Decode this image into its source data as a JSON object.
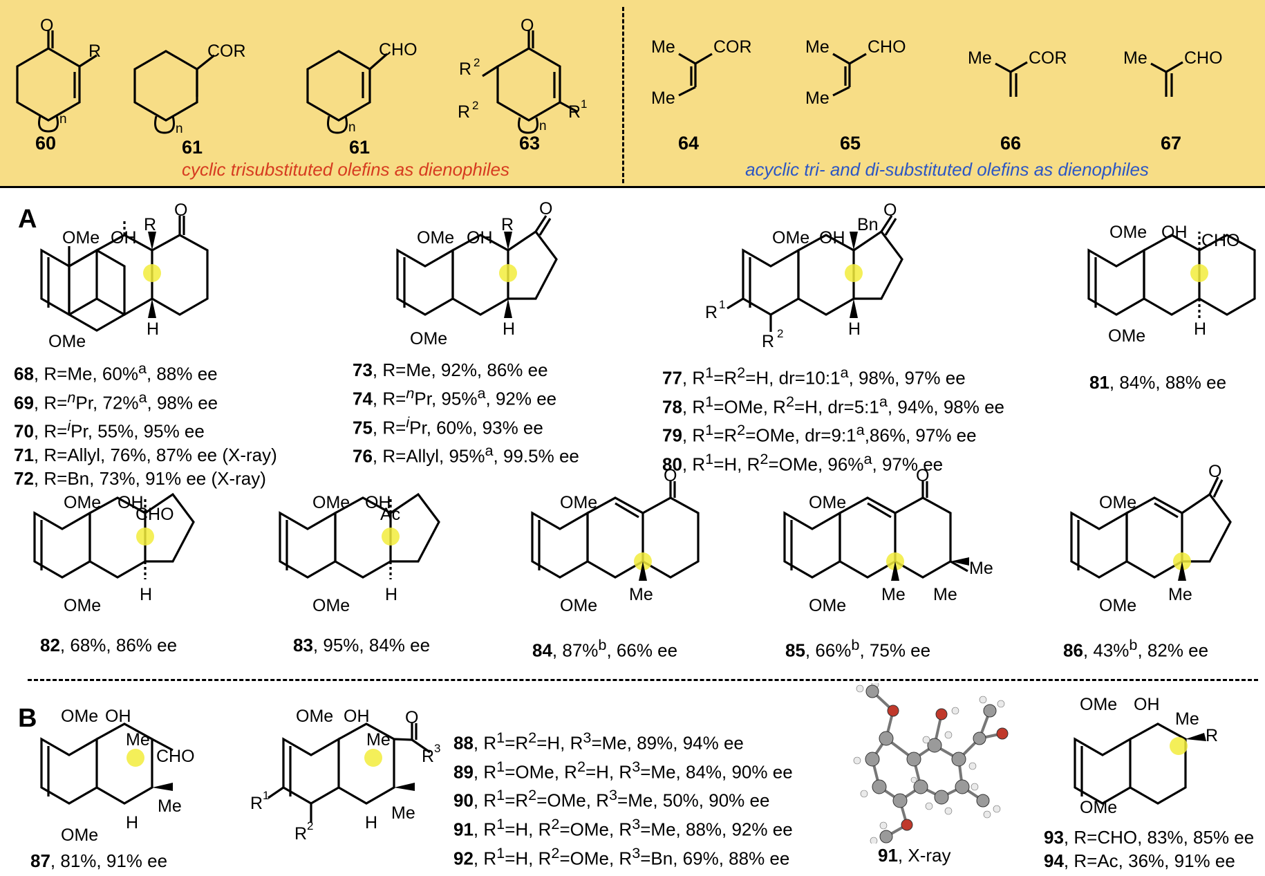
{
  "top_panel": {
    "cyclic_caption": "cyclic trisubstituted olefins as dienophiles",
    "acyclic_caption": "acyclic tri- and di-substituted olefins as dienophiles",
    "compounds": [
      {
        "num": "60",
        "subst": [
          "O",
          "R",
          "n"
        ]
      },
      {
        "num": "61",
        "subst": [
          "COR",
          "n"
        ]
      },
      {
        "num": "61",
        "subst": [
          "CHO",
          "n"
        ]
      },
      {
        "num": "63",
        "subst": [
          "O",
          "R",
          "2",
          "R",
          "2",
          "n",
          "R",
          "1"
        ]
      },
      {
        "num": "64",
        "subst": [
          "Me",
          "COR",
          "Me"
        ]
      },
      {
        "num": "65",
        "subst": [
          "Me",
          "CHO",
          "Me"
        ]
      },
      {
        "num": "66",
        "subst": [
          "Me",
          "COR"
        ]
      },
      {
        "num": "67",
        "subst": [
          "Me",
          "CHO"
        ]
      }
    ],
    "colors": {
      "background": "#f7dd86",
      "cyclic_caption": "#d63b20",
      "acyclic_caption": "#2c56c4",
      "highlight": "#f2ec3c"
    }
  },
  "section_a": {
    "label": "A",
    "structure_labels": {
      "s68": [
        "OMe",
        "OH",
        "R",
        "O",
        "OMe",
        "H"
      ],
      "s73": [
        "OMe",
        "OH",
        "R",
        "O",
        "OMe",
        "H"
      ],
      "s77": [
        "OMe",
        "OH",
        "Bn",
        "O",
        "R",
        "1",
        "R",
        "2",
        "H"
      ],
      "s81": [
        "OMe",
        "OH",
        "CHO",
        "OMe",
        "H"
      ],
      "s82": [
        "OMe",
        "OH",
        "CHO",
        "OMe",
        "H"
      ],
      "s83": [
        "OMe",
        "OH",
        "Ac",
        "OMe",
        "H"
      ],
      "s84": [
        "OMe",
        "O",
        "OMe",
        "Me"
      ],
      "s85": [
        "OMe",
        "O",
        "OMe",
        "Me",
        "Me",
        "Me"
      ],
      "s86": [
        "OMe",
        "O",
        "OMe",
        "Me"
      ]
    },
    "group1": [
      {
        "num": "68",
        "text": ", R=Me, 60%",
        "sup": "a",
        "rest": ", 88% ee"
      },
      {
        "num": "69",
        "pre": ", R=",
        "italsup": "n",
        "text": "Pr, 72%",
        "sup": "a",
        "rest": ", 98% ee"
      },
      {
        "num": "70",
        "pre": ", R=",
        "italsup": "i",
        "text": "Pr, 55%, 95% ee"
      },
      {
        "num": "71",
        "text": ", R=Allyl, 76%, 87% ee (X-ray)"
      },
      {
        "num": "72",
        "text": ", R=Bn, 73%, 91% ee (X-ray)"
      }
    ],
    "group2": [
      {
        "num": "73",
        "text": ", R=Me, 92%, 86% ee"
      },
      {
        "num": "74",
        "pre": ", R=",
        "italsup": "n",
        "text": "Pr, 95%",
        "sup": "a",
        "rest": ", 92% ee"
      },
      {
        "num": "75",
        "pre": ", R=",
        "italsup": "i",
        "text": "Pr, 60%, 93% ee"
      },
      {
        "num": "76",
        "text": ", R=Allyl, 95%",
        "sup": "a",
        "rest": ", 99.5% ee"
      }
    ],
    "group3": [
      {
        "num": "77",
        "r": [
          ", R",
          "1",
          "=R",
          "2",
          "=H, dr=10:1"
        ],
        "sup": "a",
        "rest": ", 98%, 97% ee"
      },
      {
        "num": "78",
        "r": [
          ", R",
          "1",
          "=OMe, R",
          "2",
          "=H, dr=5:1"
        ],
        "sup": "a",
        "rest": ", 94%, 98% ee"
      },
      {
        "num": "79",
        "r": [
          ", R",
          "1",
          "=R",
          "2",
          "=OMe, dr=9:1"
        ],
        "sup": "a",
        "rest": ",86%, 97% ee"
      },
      {
        "num": "80",
        "r": [
          ", R",
          "1",
          "=H, R",
          "2",
          "=OMe, 96%"
        ],
        "sup": "a",
        "rest": ", 97% ee"
      }
    ],
    "c81": {
      "num": "81",
      "text": ", 84%, 88% ee"
    },
    "c82": {
      "num": "82",
      "text": ", 68%, 86% ee"
    },
    "c83": {
      "num": "83",
      "text": ", 95%, 84% ee"
    },
    "c84": {
      "num": "84",
      "text": ", 87%",
      "sup": "b",
      "rest": ", 66% ee"
    },
    "c85": {
      "num": "85",
      "text": ", 66%",
      "sup": "b",
      "rest": ", 75% ee"
    },
    "c86": {
      "num": "86",
      "text": ", 43%",
      "sup": "b",
      "rest": ", 82% ee"
    }
  },
  "section_b": {
    "label": "B",
    "structure_labels": {
      "s87": [
        "OMe",
        "OH",
        "Me",
        "CHO",
        "OMe",
        "H",
        "Me"
      ],
      "s88": [
        "OMe",
        "OH",
        "Me",
        "O",
        "R",
        "3",
        "R",
        "1",
        "R",
        "2",
        "H",
        "Me"
      ],
      "s93": [
        "OMe",
        "OH",
        "Me",
        "R",
        "OMe"
      ]
    },
    "c87": {
      "num": "87",
      "text": ", 81%, 91% ee"
    },
    "group": [
      {
        "num": "88",
        "r": [
          ", R",
          "1",
          "=R",
          "2",
          "=H, R",
          "3",
          "=Me,  89%, 94% ee"
        ]
      },
      {
        "num": "89",
        "r": [
          ", R",
          "1",
          "=OMe, R",
          "2",
          "=H, R",
          "3",
          "=Me, 84%, 90% ee"
        ]
      },
      {
        "num": "90",
        "r": [
          ", R",
          "1",
          "=R",
          "2",
          "=OMe, R",
          "3",
          "=Me, 50%, 90% ee"
        ]
      },
      {
        "num": "91",
        "r": [
          ", R",
          "1",
          "=H, R",
          "2",
          "=OMe, R",
          "3",
          "=Me, 88%, 92% ee"
        ]
      },
      {
        "num": "92",
        "r": [
          ", R",
          "1",
          "=H, R",
          "2",
          "=OMe, R",
          "3",
          "=Bn, 69%, 88% ee"
        ]
      }
    ],
    "xray": {
      "num": "91",
      "text": ", X-ray"
    },
    "c93": {
      "num": "93",
      "text": ", R=CHO, 83%, 85% ee"
    },
    "c94": {
      "num": "94",
      "text": ", R=Ac, 36%, 91% ee"
    }
  }
}
